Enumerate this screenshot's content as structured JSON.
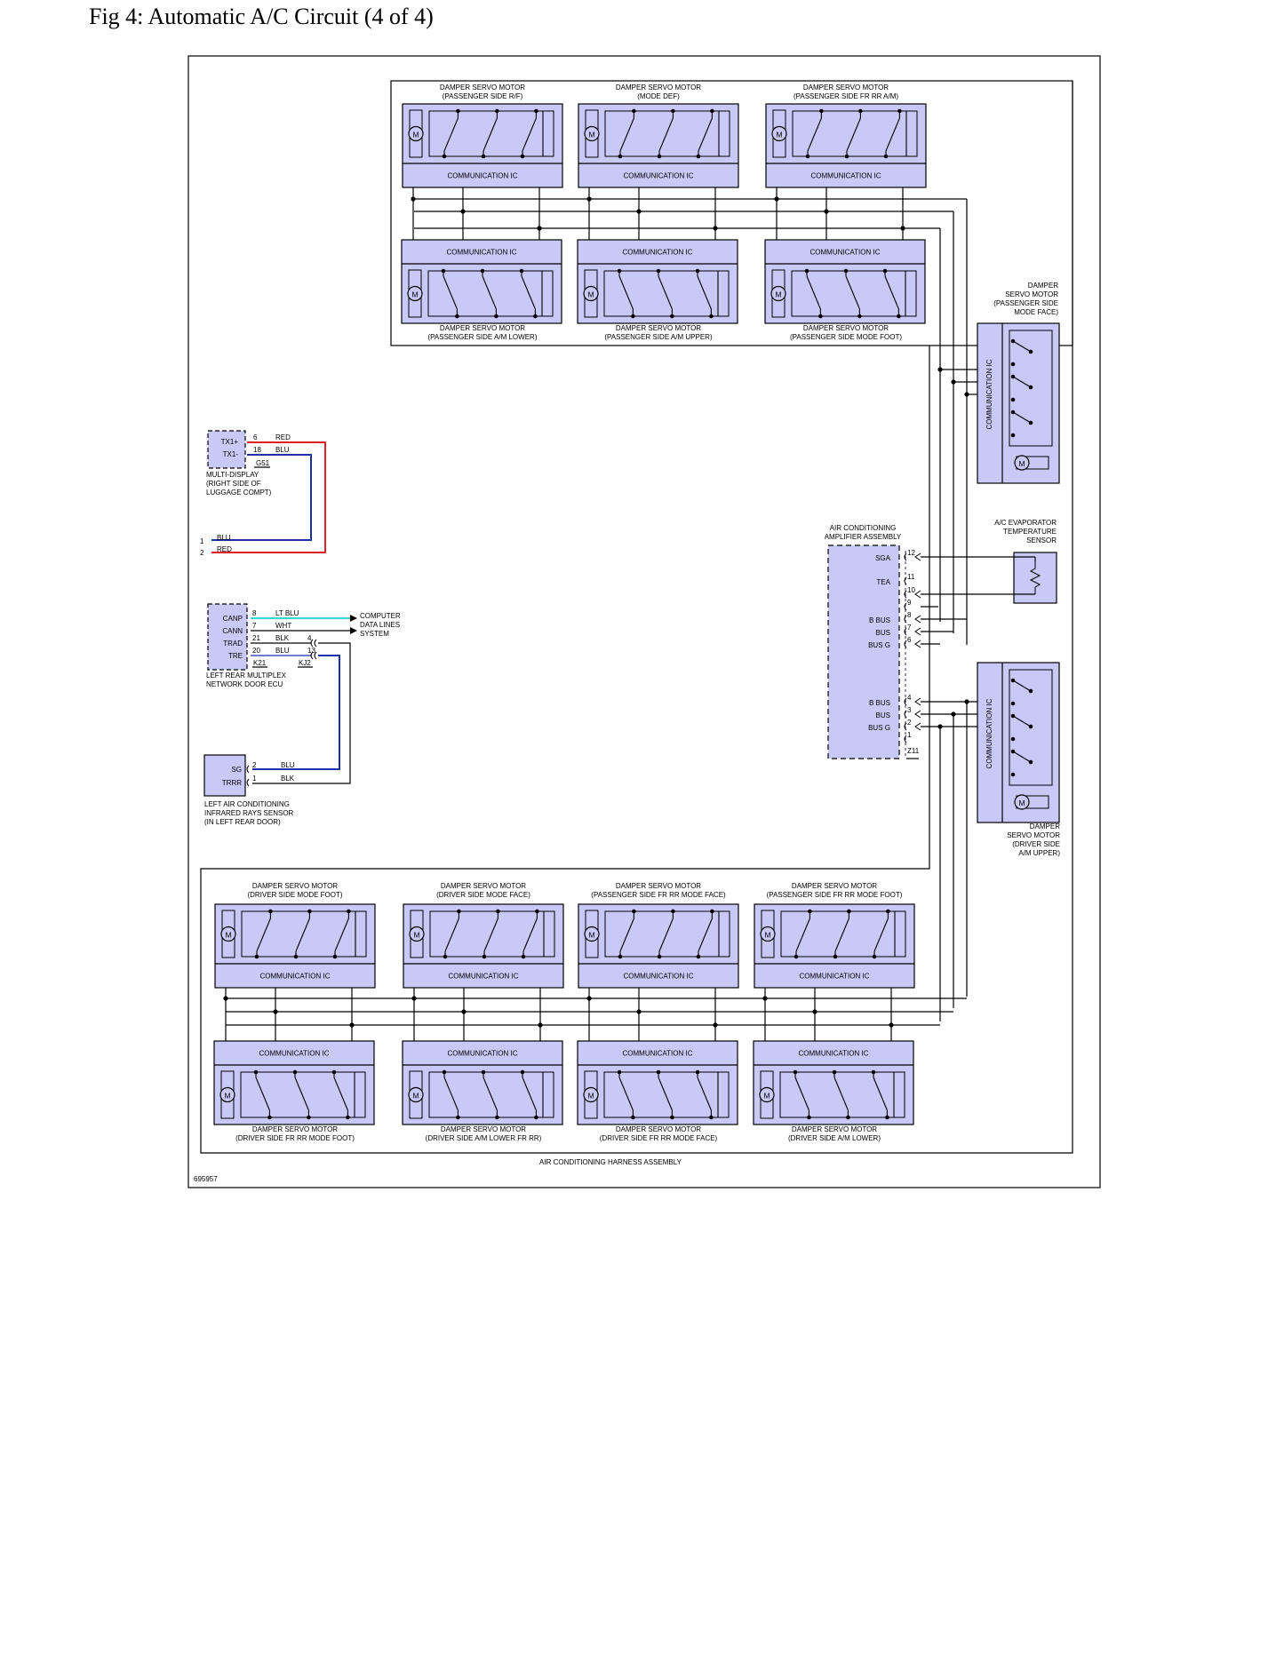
{
  "title": "Fig 4: Automatic A/C Circuit (4 of 4)",
  "figure_id": "695957",
  "harness_label": "AIR CONDITIONING HARNESS ASSEMBLY",
  "comm_ic_label": "COMMUNICATION IC",
  "motor_symbol": "M",
  "colors": {
    "module_fill": "#c9c9f7",
    "wire_red": "#e0202a",
    "wire_blue": "#1a2fa8",
    "wire_cyan": "#3ad6d6",
    "line": "#000000"
  },
  "icons": [
    "motor-icon",
    "switch-icon",
    "connector-icon",
    "arrow-icon",
    "thermistor-icon"
  ],
  "top_motors_upper": [
    {
      "line1": "DAMPER SERVO MOTOR",
      "line2": "(PASSENGER SIDE R/F)"
    },
    {
      "line1": "DAMPER SERVO MOTOR",
      "line2": "(MODE DEF)"
    },
    {
      "line1": "DAMPER SERVO MOTOR",
      "line2": "(PASSENGER SIDE FR RR A/M)"
    }
  ],
  "top_motors_lower": [
    {
      "line1": "DAMPER SERVO MOTOR",
      "line2": "(PASSENGER SIDE A/M LOWER)"
    },
    {
      "line1": "DAMPER SERVO MOTOR",
      "line2": "(PASSENGER SIDE A/M UPPER)"
    },
    {
      "line1": "DAMPER SERVO MOTOR",
      "line2": "(PASSENGER SIDE MODE FOOT)"
    }
  ],
  "bottom_motors_upper": [
    {
      "line1": "DAMPER SERVO MOTOR",
      "line2": "(DRIVER SIDE MODE FOOT)"
    },
    {
      "line1": "DAMPER SERVO MOTOR",
      "line2": "(DRIVER SIDE MODE FACE)"
    },
    {
      "line1": "DAMPER SERVO MOTOR",
      "line2": "(PASSENGER SIDE FR RR MODE FACE)"
    },
    {
      "line1": "DAMPER SERVO MOTOR",
      "line2": "(PASSENGER SIDE FR RR MODE FOOT)"
    }
  ],
  "bottom_motors_lower": [
    {
      "line1": "DAMPER SERVO MOTOR",
      "line2": "(DRIVER SIDE FR RR MODE FOOT)"
    },
    {
      "line1": "DAMPER SERVO MOTOR",
      "line2": "(DRIVER SIDE A/M LOWER FR RR)"
    },
    {
      "line1": "DAMPER SERVO MOTOR",
      "line2": "(DRIVER SIDE FR RR MODE FACE)"
    },
    {
      "line1": "DAMPER SERVO MOTOR",
      "line2": "(DRIVER SIDE A/M LOWER)"
    }
  ],
  "right_motor_upper": {
    "lines": [
      "DAMPER",
      "SERVO MOTOR",
      "(PASSENGER SIDE",
      "MODE FACE)"
    ]
  },
  "right_motor_lower": {
    "lines": [
      "DAMPER",
      "SERVO MOTOR",
      "(DRIVER SIDE",
      "A/M UPPER)"
    ]
  },
  "amplifier": {
    "lines": [
      "AIR CONDITIONING",
      "AMPLIFIER ASSEMBLY"
    ],
    "pins": [
      {
        "label": "SGA",
        "num": "12"
      },
      {
        "label": "TEA",
        "num": "11"
      },
      {
        "label": "",
        "num": "10"
      },
      {
        "label": "",
        "num": "9"
      },
      {
        "label": "B BUS",
        "num": "8"
      },
      {
        "label": "BUS",
        "num": "7"
      },
      {
        "label": "BUS G",
        "num": "6"
      },
      {
        "label": "B BUS",
        "num": "4"
      },
      {
        "label": "BUS",
        "num": "3"
      },
      {
        "label": "BUS G",
        "num": "2"
      },
      {
        "label": "",
        "num": "1"
      }
    ],
    "connector": "Z11"
  },
  "evap_sensor": {
    "lines": [
      "A/C EVAPORATOR",
      "TEMPERATURE",
      "SENSOR"
    ]
  },
  "multi_display": {
    "pins": [
      {
        "label": "TX1+",
        "num": "6",
        "wire": "RED"
      },
      {
        "label": "TX1-",
        "num": "18",
        "wire": "BLU"
      }
    ],
    "connector": "G51",
    "lines": [
      "MULTI-DISPLAY",
      "(RIGHT SIDE OF",
      "LUGGAGE COMPT)"
    ],
    "ext": [
      {
        "num": "1",
        "wire": "BLU"
      },
      {
        "num": "2",
        "wire": "RED"
      }
    ]
  },
  "door_ecu": {
    "pins": [
      {
        "label": "CANP",
        "num": "8",
        "wire": "LT BLU"
      },
      {
        "label": "CANN",
        "num": "7",
        "wire": "WHT"
      },
      {
        "label": "TRAD",
        "num": "21",
        "wire": "BLK",
        "num2": "4"
      },
      {
        "label": "TRE",
        "num": "20",
        "wire": "BLU",
        "num2": "13"
      }
    ],
    "connector": "K21",
    "connector2": "KJ2",
    "lines": [
      "LEFT REAR MULTIPLEX",
      "NETWORK DOOR ECU"
    ],
    "computer": [
      "COMPUTER",
      "DATA LINES",
      "SYSTEM"
    ]
  },
  "ir_sensor": {
    "pins": [
      {
        "label": "SG",
        "num": "2",
        "wire": "BLU"
      },
      {
        "label": "TRRR",
        "num": "1",
        "wire": "BLK"
      }
    ],
    "lines": [
      "LEFT AIR CONDITIONING",
      "INFRARED RAYS SENSOR",
      "(IN LEFT REAR DOOR)"
    ]
  }
}
